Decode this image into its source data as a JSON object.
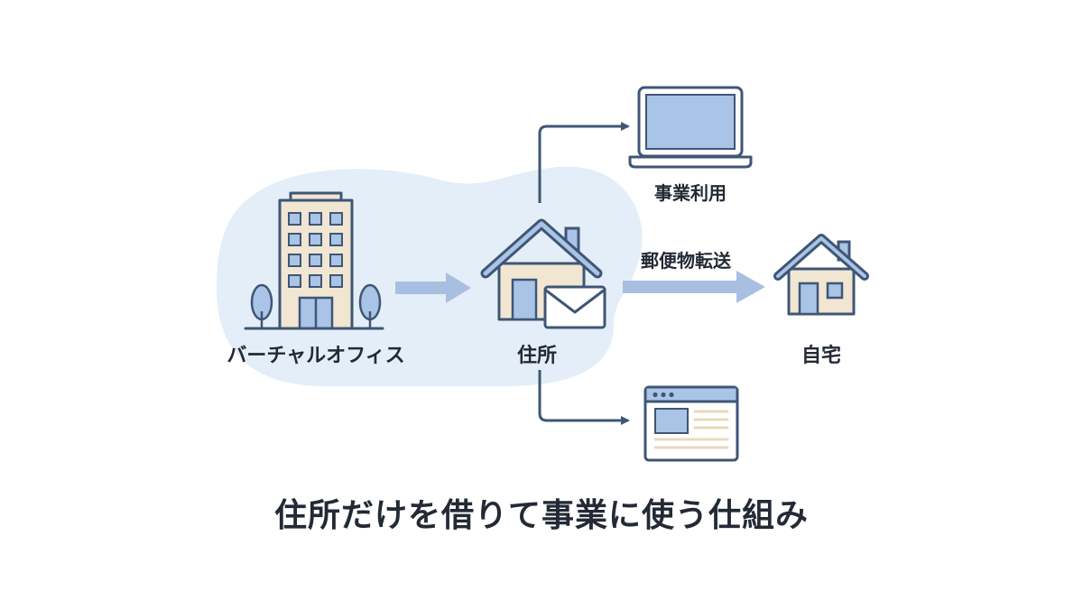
{
  "nodes": {
    "office_label": "バーチャルオフィス",
    "address_label": "住所",
    "home_label": "自宅"
  },
  "edges": {
    "business_use_label": "事業利用",
    "mail_forward_label": "郵便物転送"
  },
  "caption": "住所だけを借りて事業に使う仕組み",
  "colors": {
    "blob": "#e3eef8",
    "outline": "#3f5675",
    "beige": "#f1e6d2",
    "blue_fill": "#a9c4e6",
    "arrow_light": "#a9bfe2",
    "arrow_dark": "#3f5675",
    "text": "#232a35"
  },
  "icons": {
    "office": "office-building-icon",
    "address": "house-with-envelope-icon",
    "home": "home-icon",
    "laptop": "laptop-icon",
    "website": "browser-window-icon"
  }
}
